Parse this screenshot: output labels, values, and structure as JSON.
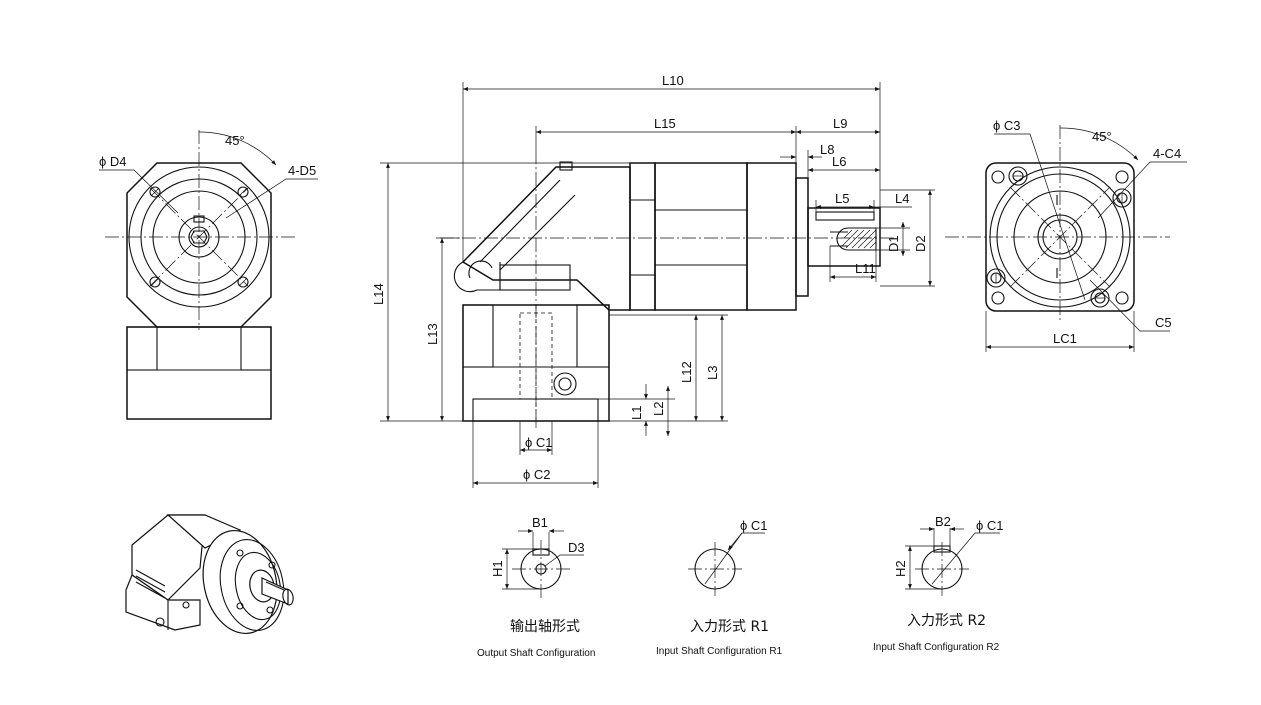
{
  "dimensions": {
    "L10": "L10",
    "L15": "L15",
    "L9": "L9",
    "L8": "L8",
    "L6": "L6",
    "L5": "L5",
    "L4": "L4",
    "D1": "D1",
    "D2": "D2",
    "L11": "L11",
    "L14": "L14",
    "L13": "L13",
    "L12": "L12",
    "L3": "L3",
    "L1": "L1",
    "L2": "L2",
    "phiC1": "ϕ C1",
    "phiC2": "ϕ C2",
    "phiD4": "ϕ D4",
    "fourD5": "4-D5",
    "phiC3": "ϕ C3",
    "fourC4": "4-C4",
    "C5": "C5",
    "LC1": "LC1",
    "angle_left": "45°",
    "angle_right": "45°",
    "B1": "B1",
    "D3": "D3",
    "H1": "H1",
    "phiC1_r1": "ϕ C1",
    "B2": "B2",
    "phiC1_r2": "ϕ C1",
    "H2": "H2"
  },
  "captions": {
    "output_cn": "输出轴形式",
    "output_en": "Output Shaft Configuration",
    "input_r1_cn": "入力形式 R1",
    "input_r1_en": "Input Shaft Configuration R1",
    "input_r2_cn": "入力形式 R2",
    "input_r2_en": "Input Shaft Configuration R2"
  },
  "colors": {
    "line": "#111111",
    "background": "#ffffff"
  }
}
